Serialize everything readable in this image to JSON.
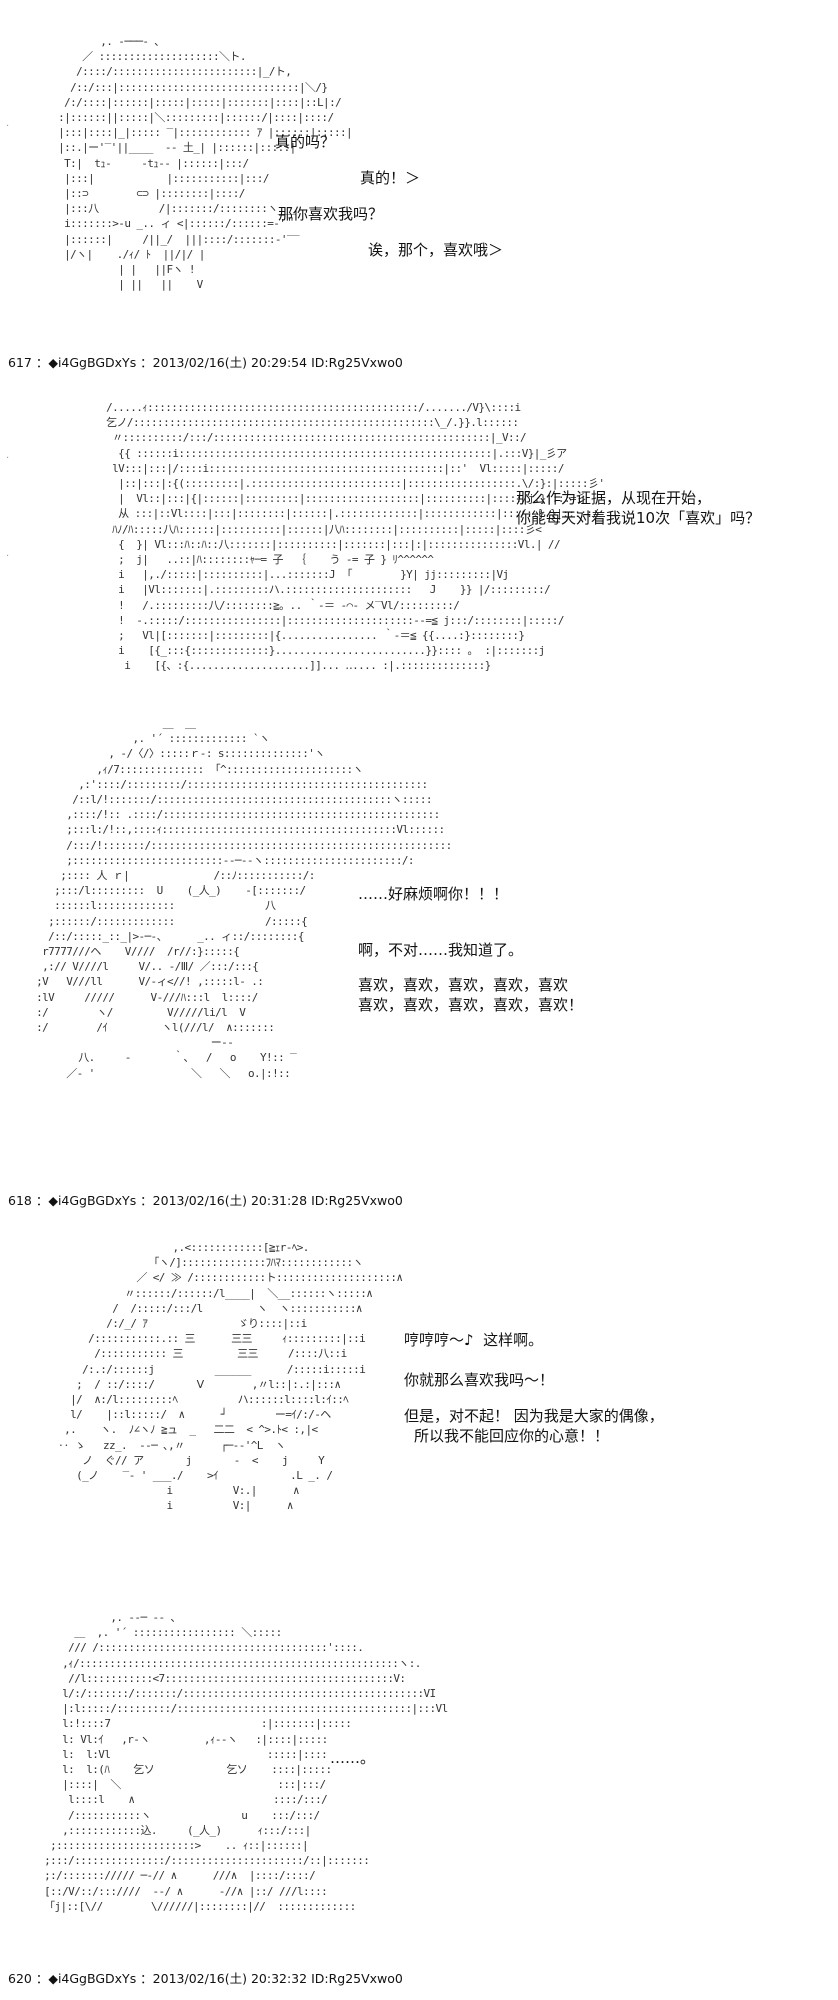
{
  "posts": [
    {
      "art": [
        "          ,. ‐───‐ ､",
        "       ／ ::::::::::::::::::::＼ト.",
        "      /::::/::::::::::::::::::::::::|_/ト,",
        "     /::/:::|::::::::::::::::::::::::::::::|＼/}",
        "    /:/::::|::::::|:::::|:::::|:::::::|::::|::L|:/",
        "   :|::::::||:::::|＼:::::::::|::::::/|::::|::::/",
        "   |:::|::::|_|::::: ‾|:::::::::::: ｱ |::::::|:::::|",
        "   |::.|ー'‾'||____  ‐‐ 土_| |::::::|:::::|",
        "    T:|  tｭ‐     ‐tｭ‐‐ |::::::|:::/",
        "    |:::|            |:::::::::::|:::/",
        "    |::⊃        ⊂⊃ |::::::::|::::/",
        "    |:::八          /|:::::::/::::::::ヽ___",
        "    i:::::::>‐u _.. ィ <|::::::/::::::=‐'＂",
        "    |::::::|     /||_/  |||::::/:::::::‐'‾‾",
        "    |/ヽ|    ./ｨ/ ﾄ  ||/|/ |",
        "             | |   ||Fヽ !",
        "             | ||   ||    V"
      ],
      "lines": [
        "真的吗？",
        "真的！＞",
        "那你喜欢我吗？",
        "诶，那个，喜欢哦＞"
      ],
      "header": "617 ：◆i4GgBGDxYs ：2013/02/16(土) 20:29:54 ID:Rg25Vxwo0"
    },
    {
      "art": [
        "      /.....ｨ:::::::::::::::::::::::::::::::::::::::::::::/......./V}\\::::i",
        "      乞ノ/::::::::::::::::::::::::::::::::::::::::::::::::::\\_/.}}.l::::::",
        "       〃::::::::::/:::/::::::::::::::::::::::::::::::::::::::::::::::|_V::/",
        "        {{ ::::::i::::::::::::::::::::::::::::::::::::::::::::::::::::|.:::V}|_彡ア",
        "       lV:::|:::|/::::i:::::::::::::::::::::::::::::::::::::::|::'  Vl:::::|:::::/",
        "        |::|:::|:{(:::::::::|.:::::::::::::::::::::::::|::::::::::::::::::.\\/:}:|:::::彡'",
        "        |  Vl::|:::|{|::::::|:::::::::|:::::::::::::::::::|::::::::::|:::::/j.}|:::=彡",
        "        从 :::|::Vl::::|:::|::::::::|::::::|.:::::::::::::|::::::::::::|:::/:.}.}|:::::/",
        "       ﾊﾉ/ﾊ:::::八ﾊ::::::|::::::::::|::::::|八ﾊ::::::::|::::::::::|:::::|::::彡<",
        "        {  }| Vl:::ﾊ::ﾊ::八:::::::|::::::::::|:::::::|:::|:|:::::::::::::::Vl.| //",
        "        ;  j|   ..::|ﾊ::::::::ｬ─= 子  ｛    う ‐= 子 } ﾘ^^^^^^",
        "        i   |,./:::::|::::::::::|...:::::::J  ｢        }Y| jj:::::::::|Vj",
        "        i   |Vl:::::::|.:::::::::ハ.:::::::::::::::::::::   J    }} |/:::::::::/",
        "        !   /.:::::::::八/::::::::≧。.. ｀‐＝ ‐⌒‐ メ‾Vl/:::::::::/",
        "        !  ‐.:::::/::::::::::::::::|:::::::::::::::::::::‐‐=≦ j:::/::::::::|:::::/",
        "        ;   Vl|[:::::::|:::::::::|{................ ｀‐＝≦ {{....:}::::::::}",
        "        i    [{_:::{:::::::::::::}.........................}}:::: ｡  :|:::::::j",
        "         i    [{、:{....................]]... ‥.... :|.::::::::::::::}"
      ],
      "lines": [
        "那么作为证据，从现在开始，",
        "你能每天对着我说10次「喜欢」吗？"
      ],
      "header": ""
    },
    {
      "art": [
        "                          ＿  ＿",
        "                     ,. '´ ::::::::::::: `ヽ",
        "                 , -/〈/〉:::::ｒ‐: s::::::::::::::'ヽ",
        "               ,ｨ/7:::::::::::::: 「^:::::::::::::::::::::ヽ",
        "            ,:'::::/:::::::::/::::::::::::::::::::::::::::::::::::::::",
        "           /::l/!:::::::/:::::::::::::::::::::::::::::::::::::::ヽ:::::",
        "          ,::::/!:: .::::/::::::::::::::::::::::::::::::::::::::::::::::",
        "          ;:::l:/!::,::::ｨ:::::::::::::::::::::::::::::::::::::::Vl::::::",
        "          /:::/!:::::::/::::::::::::::::::::::::::::::::::::::::::::::::::",
        "          ;:::::::::::::::::::::::::‐‐─‐‐ヽ:::::::::::::::::::::::/:",
        "         ;:::: 人 ｒ|              /::ﾉ:::::::::::/:",
        "        ;:::/l:::::::::  U    (_人_)    ‐[:::::::/",
        "        ::::::l:::::::::::::               八",
        "       ;::::::/:::::::::::::               /:::::{",
        "       /::/:::::_::_|>‐─-、     _.. ィ::/::::::::{",
        "      r7777///ヘ    V////  /r//:}:::::{",
        "      ,:// V////l     V/.. ‐/Ⅲ/ ／:::/:::{",
        "     ;V   V///ll      V/‐ィ<//! ,:::::l‐ .:",
        "     :lV     /////      V‐///ﾊ:::l  l::::/",
        "     :/        ヽ/         V/////li/l  V",
        "     :/        /ｲ         ヽl(///l/  ∧:::::::",
        "                                  ー‐‐",
        "            八.     ‐       ｀、  /   o    Y!:: ‾",
        "          ／‐ '                ＼   ＼   o.|:!::"
      ],
      "lines": [
        "……好麻烦啊你！！！",
        "",
        "啊，不对……我知道了。",
        "",
        "喜欢，喜欢，喜欢，喜欢，喜欢",
        "喜欢，喜欢，喜欢，喜欢，喜欢！"
      ],
      "header": "618 ：◆i4GgBGDxYs ：2013/02/16(土) 20:31:28 ID:Rg25Vxwo0"
    },
    {
      "art": [
        "                      ,.<::::::::::::[≧ｪr‐ﾍ>.",
        "                  「ヽ/]::::::::::::::ﾌﾊﾏ::::::::::::ヽ",
        "                ／ </ ≫ /::::::::::::ト::::::::::::::::::::∧",
        "              〃::::::/::::::/l____|  ＼__::::::ヽ:::::∧",
        "            /  /:::::/:::/l         ヽ  ヽ:::::::::::∧",
        "           /:/_/ ｱ               ゞり::::|::i",
        "        /:::::::::::.:: 三      三三     ｨ:::::::::|::i",
        "         /::::::::::: 三         三三     /::::八::i",
        "       /:.:/::::::j          ______      /:::::i:::::i",
        "      ;  / ::/::::/       Ⅴ        ,〃l::|:.:|:::∧",
        "     |/  ∧:/l:::::::::ﾍ          ハ::::::l::::l:ｲ::ﾍ",
        "     l/    |::l:::::/  ∧      ┘        ー=ｲ/:/-ヘ",
        "    ,.    ヽ.  ﾉ∠ヽﾉ ≧ュ  _   二二  < ^>.ﾄ< :,|<",
        "   ‥ ゝ   zz_.  ‐‐─ ､,〃      ┌─‐‐'^L  ヽ",
        "       ノ  ぐ// ア       j       ‐  <    j     Y",
        "      (_ノ    ‾‐ ' ___./    >ｲ            .L _. /",
        "                     i          V:.|      ∧",
        "                     i          V:|      ∧"
      ],
      "lines": [
        "哼哼哼～♪  这样啊。",
        "",
        "你就那么喜欢我吗～！",
        "",
        "但是，对不起！ 因为我是大家的偶像，",
        "所以我不能回应你的心意！！"
      ],
      "header": ""
    },
    {
      "art": [
        "               ,. ‐‐─ ‐‐ ､",
        "         ＿  ,. '´ ::::::::::::::::: ＼:::::",
        "        /// /::::::::::::::::::::::::::::::::::::::'::::.",
        "       ,ｨ/:::::::::::::::::::::::::::::::::::::::::::::::::::::ヽ:.",
        "        //l:::::::::::<7::::::::::::::::::::::::::::::::::::::V:",
        "       l/:/:::::::/:::::::/::::::::::::::::::::::::::::::::::::::::VI",
        "       |:l:::::/:::::::::/:::::::::::::::::::::::::::::::::::::::|:::Vl",
        "       l:!::::7                         :|:::::::|:::::",
        "       l: Vl:ｲ   ,r‐ヽ         ,ｨ‐‐ヽ   :|::::|:::::",
        "       l:  l:Vl                          :::::|::::",
        "       l:  l:(ﾊ    乞ソ            乞ソ    ::::|:::::",
        "       |::::|  ＼                          :::|:::/",
        "        l::::l    ∧                       ::::/:::/",
        "        /:::::::::::ヽ               u    :::/:::/",
        "       ,::::::::::::込.     (_人_)      ｨ:::/:::|",
        "     ;:::::::::::::::::::::::>    .. ｨ::|::::::|",
        "    ;:::/:::::::::::::::/::::::::::::::::::::::/::|:::::::",
        "    ;:/:::::::///// ─‐// ∧      ///∧  |::::/::::/",
        "    [::/V/::/:::////  ‐‐/ ∧      ‐//∧ |::/ ///l::::",
        "    「j|::[\\//        \\//////|::::::::|//  :::::::::::::"
      ],
      "lines": [
        "……。"
      ],
      "header": "620 ：◆i4GgBGDxYs ：2013/02/16(土) 20:32:32 ID:Rg25Vxwo0"
    }
  ]
}
